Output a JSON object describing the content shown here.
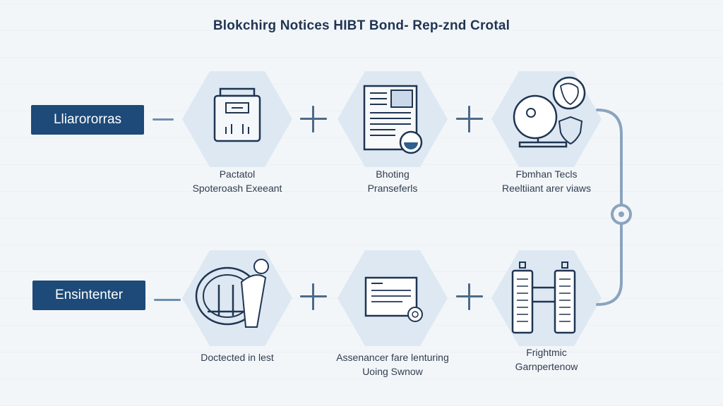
{
  "title": "Blokchirg Notices HIBT Bond- Rep-znd Crotal",
  "rows": [
    {
      "label": "Lliarororras",
      "steps": [
        {
          "icon": "ballot-box-icon",
          "lines": [
            "Pactatol",
            "Spoteroash Exeeant"
          ]
        },
        {
          "icon": "document-icon",
          "lines": [
            "Bhoting",
            "Pranseferls"
          ]
        },
        {
          "icon": "globe-shield-icon",
          "lines": [
            "Fbmhan Tecls",
            "Reeltiiant arer viaws"
          ]
        }
      ]
    },
    {
      "label": "Ensintenter",
      "steps": [
        {
          "icon": "scanner-icon",
          "lines": [
            "Doctected in lest"
          ]
        },
        {
          "icon": "certificate-icon",
          "lines": [
            "Assenancer fare lenturing",
            "Uoing Swnow"
          ]
        },
        {
          "icon": "server-towers-icon",
          "lines": [
            "Frightmic",
            "Garnpertenow"
          ]
        }
      ]
    }
  ],
  "colors": {
    "label_bg": "#1d4a78",
    "hex_fill": "#dde8f2",
    "stroke": "#1f3552",
    "connector": "#6f8eae"
  }
}
